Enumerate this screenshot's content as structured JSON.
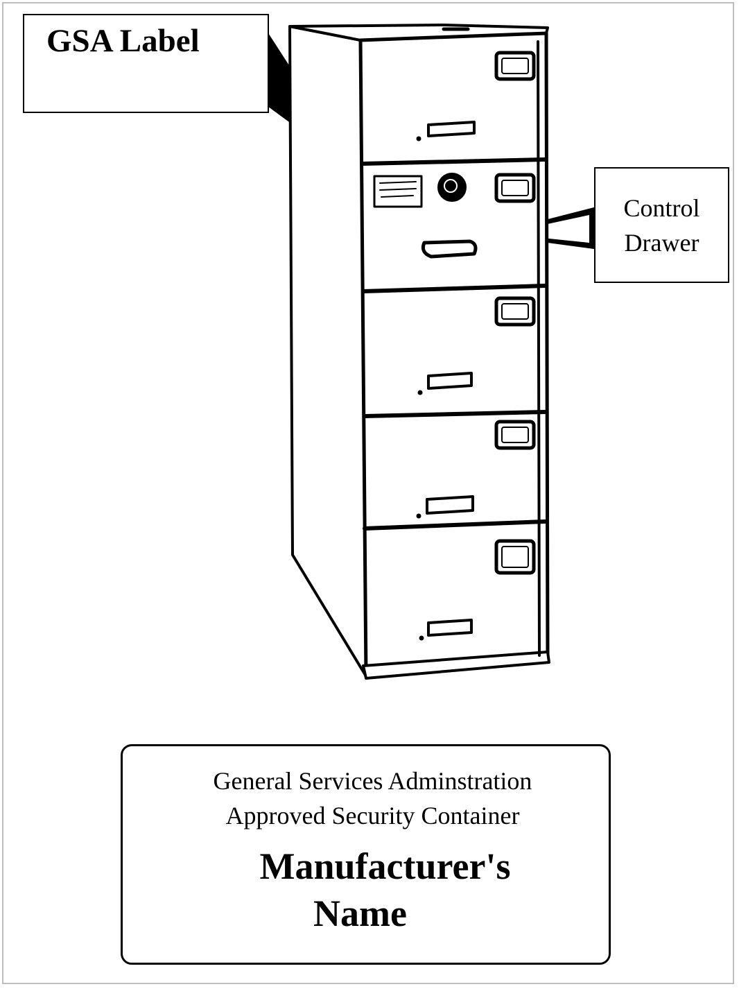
{
  "callouts": {
    "gsa_label": "GSA Label",
    "control_drawer": [
      "Control",
      "Drawer"
    ]
  },
  "plate": {
    "line1": "General Services Adminstration",
    "line2": "Approved Security Container",
    "manufacturer_line1": "Manufacturer's",
    "manufacturer_line2": "Name"
  },
  "cabinet": {
    "drawers": 5,
    "control_drawer_index": 2
  },
  "colors": {
    "ink": "#000000",
    "background": "#ffffff"
  }
}
